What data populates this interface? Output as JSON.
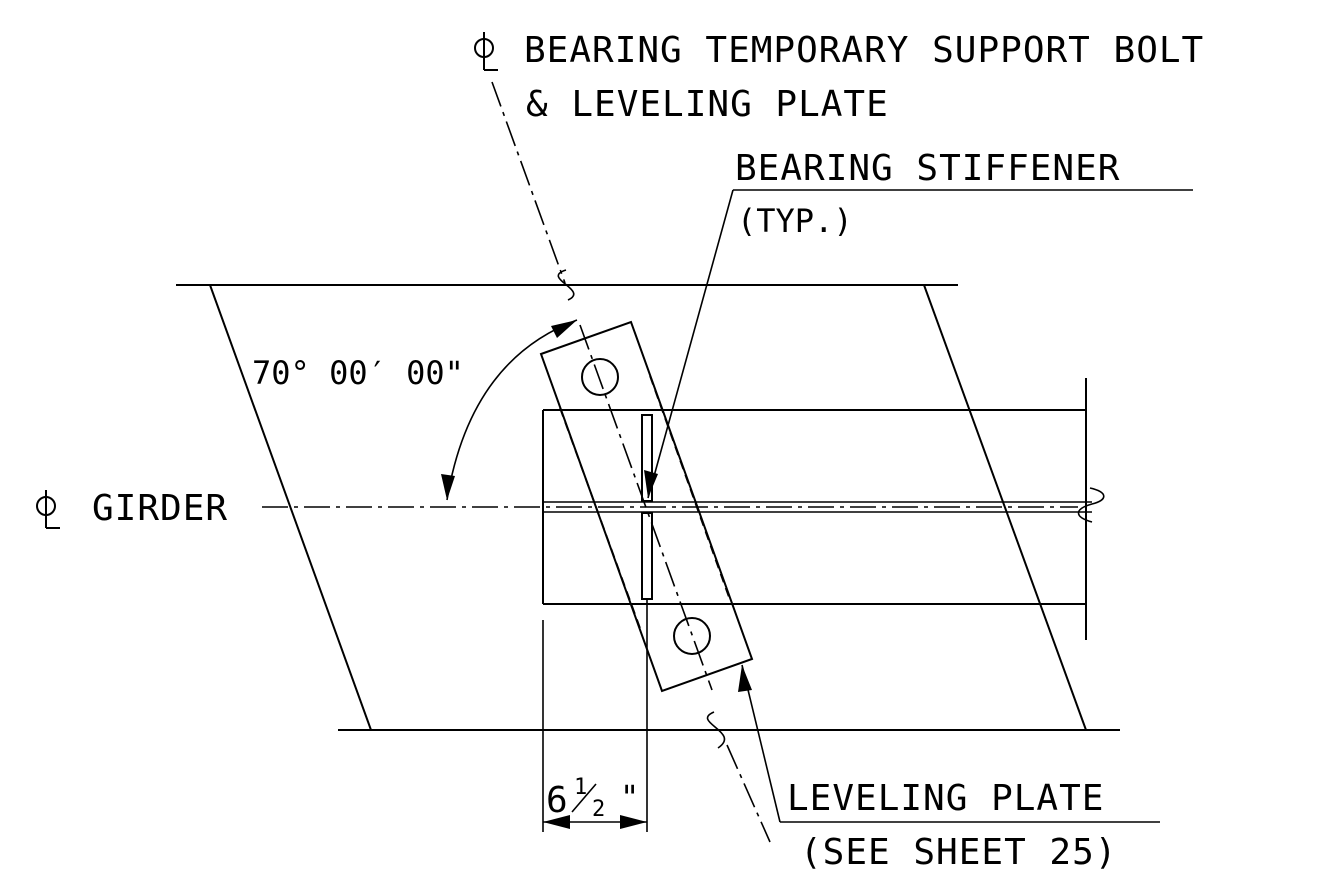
{
  "labels": {
    "cl_bearing_line1": "BEARING TEMPORARY SUPPORT BOLT",
    "cl_bearing_line2": "& LEVELING PLATE",
    "bearing_stiffener": "BEARING STIFFENER",
    "bearing_stiffener_typ": "(TYP.)",
    "angle": "70° 00′ 00\"",
    "cl_girder": "GIRDER",
    "dimension_whole": "6",
    "dimension_num": "1",
    "dimension_den": "2",
    "dimension_unit": "\"",
    "leveling_plate": "LEVELING PLATE",
    "leveling_plate_ref": "(SEE SHEET 25)"
  },
  "icons": {
    "centerline_symbol": "centerline-symbol-icon"
  }
}
